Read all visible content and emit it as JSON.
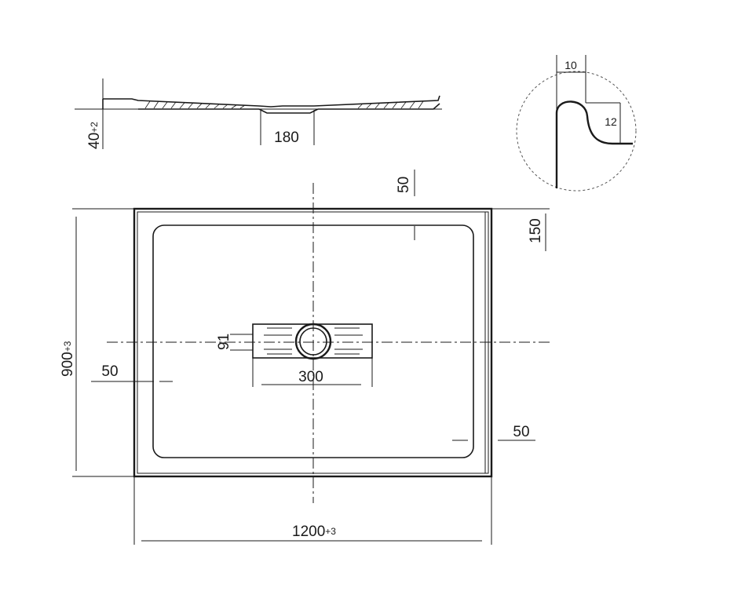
{
  "dimensions": {
    "section_height": {
      "value": "40",
      "tolerance": "+2"
    },
    "drain_width_section": "180",
    "rim_top": "50",
    "rim_right": "150",
    "overall_width": {
      "value": "1200",
      "tolerance": "+3"
    },
    "overall_depth": {
      "value": "900",
      "tolerance": "+3"
    },
    "rim_left": "50",
    "rim_bottom_right": "50",
    "drain_channel_length": "300",
    "drain_channel_width": "91",
    "detail_top": "10",
    "detail_side": "12"
  }
}
